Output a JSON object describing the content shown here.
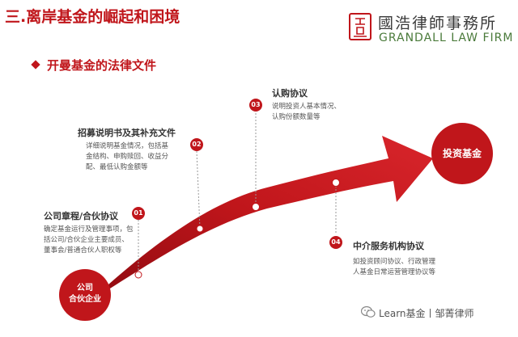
{
  "header": {
    "title": "三.离岸基金的崛起和困境",
    "firm_cn": "國浩律師事務所",
    "firm_en": "GRANDALL LAW FIRM"
  },
  "section": {
    "subtitle": "开曼基金的法律文件"
  },
  "steps": [
    {
      "num": "01",
      "title": "公司章程/合伙协议",
      "desc": [
        "确定基金运行及管理事项，包",
        "括公司/合伙企业主要成员、",
        "董事会/普通合伙人职权等"
      ]
    },
    {
      "num": "02",
      "title": "招募说明书及其补充文件",
      "desc": [
        "详细说明基金情况，包括基",
        "金结构、申购赎回、收益分",
        "配、最低认购金额等"
      ]
    },
    {
      "num": "03",
      "title": "认购协议",
      "desc": [
        "说明投资人基本情况、",
        "认购份额数量等"
      ]
    },
    {
      "num": "04",
      "title": "中介服务机构协议",
      "desc": [
        "如投资顾问协议、行政管理",
        "人基金日常运营管理协议等"
      ]
    }
  ],
  "start_bubble": {
    "line1": "公司",
    "line2": "合伙企业"
  },
  "end_bubble": {
    "label": "投资基金"
  },
  "watermark": {
    "text": "Learn基金丨邹菁律师"
  },
  "colors": {
    "accent": "#c0161b",
    "text": "#333333"
  }
}
